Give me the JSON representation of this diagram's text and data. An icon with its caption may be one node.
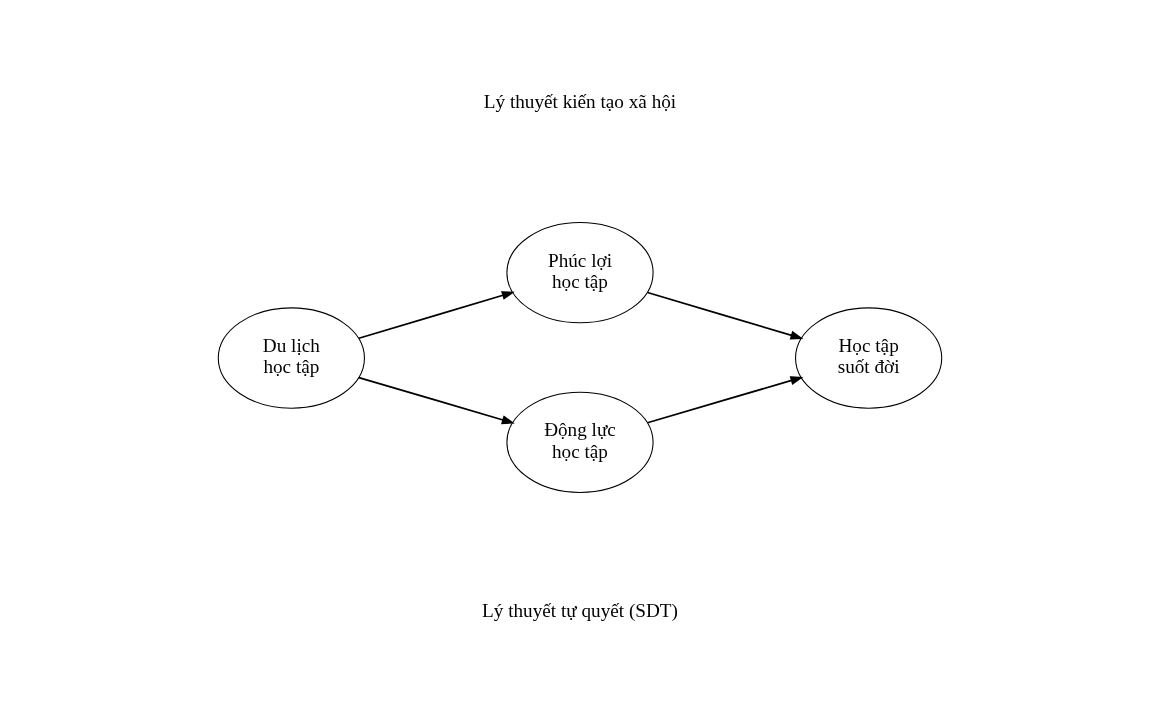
{
  "diagram": {
    "nodes": [
      {
        "text": [
          "Du lịch học tập"
        ]
      },
      {
        "text": [
          "Phúc lợi học tập"
        ]
      },
      {
        "text": [
          "Động lực học tập"
        ]
      },
      {
        "text": [
          "Học tập suốt đời"
        ]
      }
    ],
    "edges": [
      {
        "from": 0,
        "to": 1,
        "arrow": "to"
      },
      {
        "from": 0,
        "to": 2,
        "arrow": "to"
      },
      {
        "from": 1,
        "to": 3,
        "arrow": "to"
      },
      {
        "from": 2,
        "to": 3,
        "arrow": "to"
      }
    ],
    "labels": [
      "Lý thuyết kiến tạo xã hội",
      "Lý thuyết tự quyết (SDT)"
    ]
  }
}
